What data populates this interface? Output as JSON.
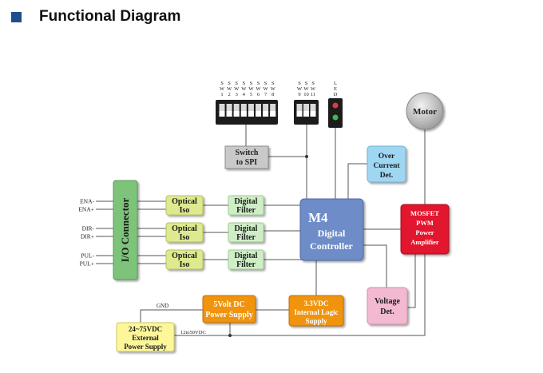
{
  "heading": {
    "title": "Functional Diagram"
  },
  "colors": {
    "heading_square": "#1f4e8c",
    "io_green": "#7dc47a",
    "iso_yellow": "#dfe98f",
    "filter_green": "#cfeec6",
    "mcu_blue": "#6e8cc8",
    "power_orange": "#f0930f",
    "amp_red": "#e2182e",
    "overcurrent_blue": "#9fd6f2",
    "voltage_pink": "#f2b9d0",
    "supply_yellow": "#fdf79a",
    "motor_gray": "#c8c8c8",
    "switch_gray": "#c9c9c9"
  },
  "dip_a": {
    "labels": [
      [
        "S",
        "W",
        "1"
      ],
      [
        "S",
        "W",
        "2"
      ],
      [
        "S",
        "W",
        "3"
      ],
      [
        "S",
        "W",
        "4"
      ],
      [
        "S",
        "W",
        "5"
      ],
      [
        "S",
        "W",
        "6"
      ],
      [
        "S",
        "W",
        "7"
      ],
      [
        "S",
        "W",
        "8"
      ]
    ]
  },
  "dip_b": {
    "labels": [
      [
        "S",
        "W",
        "9"
      ],
      [
        "S",
        "W",
        "10"
      ],
      [
        "S",
        "W",
        "11"
      ]
    ]
  },
  "led": {
    "label": [
      "L",
      "E",
      "D"
    ]
  },
  "blocks": {
    "switch_spi": [
      "Switch",
      "to SPI"
    ],
    "io_connector": "I/O Connector",
    "optical_iso": [
      "Optical",
      "Iso"
    ],
    "digital_filter": [
      "Digital",
      "Filter"
    ],
    "mcu": [
      "M4",
      "Digital",
      "Controller"
    ],
    "over_current": [
      "Over",
      "Current",
      "Det."
    ],
    "motor": "Motor",
    "amplifier": [
      "MOSFET",
      "PWM",
      "Power",
      "Amplifier"
    ],
    "voltage_det": [
      "Voltage",
      "Det."
    ],
    "five_volt": [
      "5Volt DC",
      "Power Supply"
    ],
    "logic_supply": [
      "3.3VDC",
      "Internal Logic",
      "Supply"
    ],
    "ext_supply": [
      "24~75VDC",
      "External",
      "Power Supply"
    ]
  },
  "signals": [
    "ENA-",
    "ENA+",
    "DIR-",
    "DIR+",
    "PUL-",
    "PUL+"
  ],
  "wire_labels": {
    "gnd": "GND",
    "vdc": "12to50VDC"
  }
}
